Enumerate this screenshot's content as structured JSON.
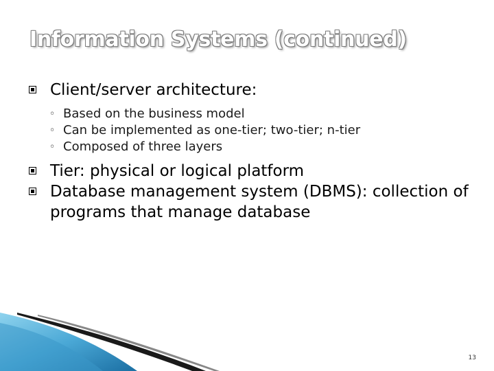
{
  "slide": {
    "title": "Information Systems (continued)",
    "bullets": [
      {
        "text": "Client/server architecture:",
        "sub": [
          "Based on the business model",
          "Can be implemented as one-tier; two-tier; n-tier",
          "Composed of three layers"
        ]
      },
      {
        "text": "Tier: physical or logical platform",
        "sub": []
      },
      {
        "text": "Database management system (DBMS): collection of programs that manage database",
        "sub": []
      }
    ],
    "sub_bullet_glyph": "◦",
    "page_number": "13"
  },
  "colors": {
    "title_outline": "#7a7a7a",
    "decor_blue_light": "#6ec3e6",
    "decor_blue_dark": "#1b6fa3",
    "decor_line": "#1a1a1a"
  }
}
